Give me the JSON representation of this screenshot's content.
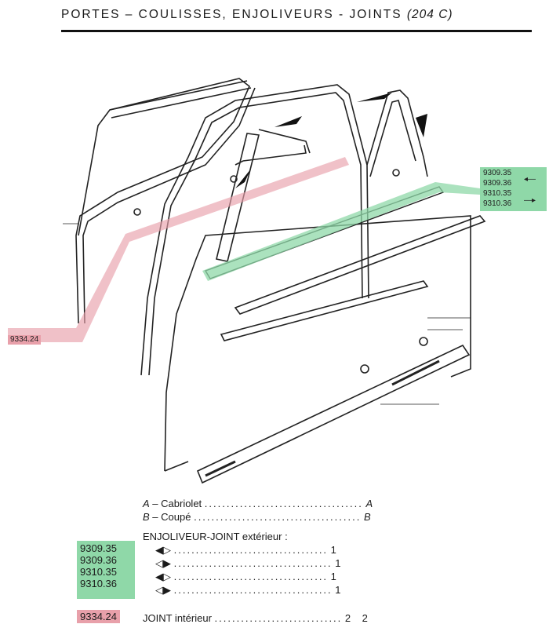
{
  "header": {
    "title": "PORTES – COULISSES, ENJOLIVEURS - JOINTS",
    "model": "(204 C)"
  },
  "callouts": {
    "green_refs": [
      "9309.35",
      "9309.36",
      "9310.35",
      "9310.36"
    ],
    "red_ref": "9334.24"
  },
  "legend": {
    "cabriolet": {
      "letter": "A",
      "label": "Cabriolet",
      "dots": "....................................",
      "value": "A"
    },
    "coupe": {
      "letter": "B",
      "label": "Coupé",
      "dots": "......................................",
      "value": "B"
    },
    "section_title": "ENJOLIVEUR-JOINT extérieur :",
    "rows": [
      {
        "ref": "9309.35",
        "dots": "...................................",
        "qty": "1"
      },
      {
        "ref": "9309.36",
        "dots": "....................................",
        "qty": "1"
      },
      {
        "ref": "9310.35",
        "dots": "...................................",
        "qty": "1"
      },
      {
        "ref": "9310.36",
        "dots": "....................................",
        "qty": "1"
      }
    ],
    "joint": {
      "ref": "9334.24",
      "label": "JOINT intérieur",
      "dots": ".............................",
      "qty_a": "2",
      "qty_b": "2"
    }
  }
}
